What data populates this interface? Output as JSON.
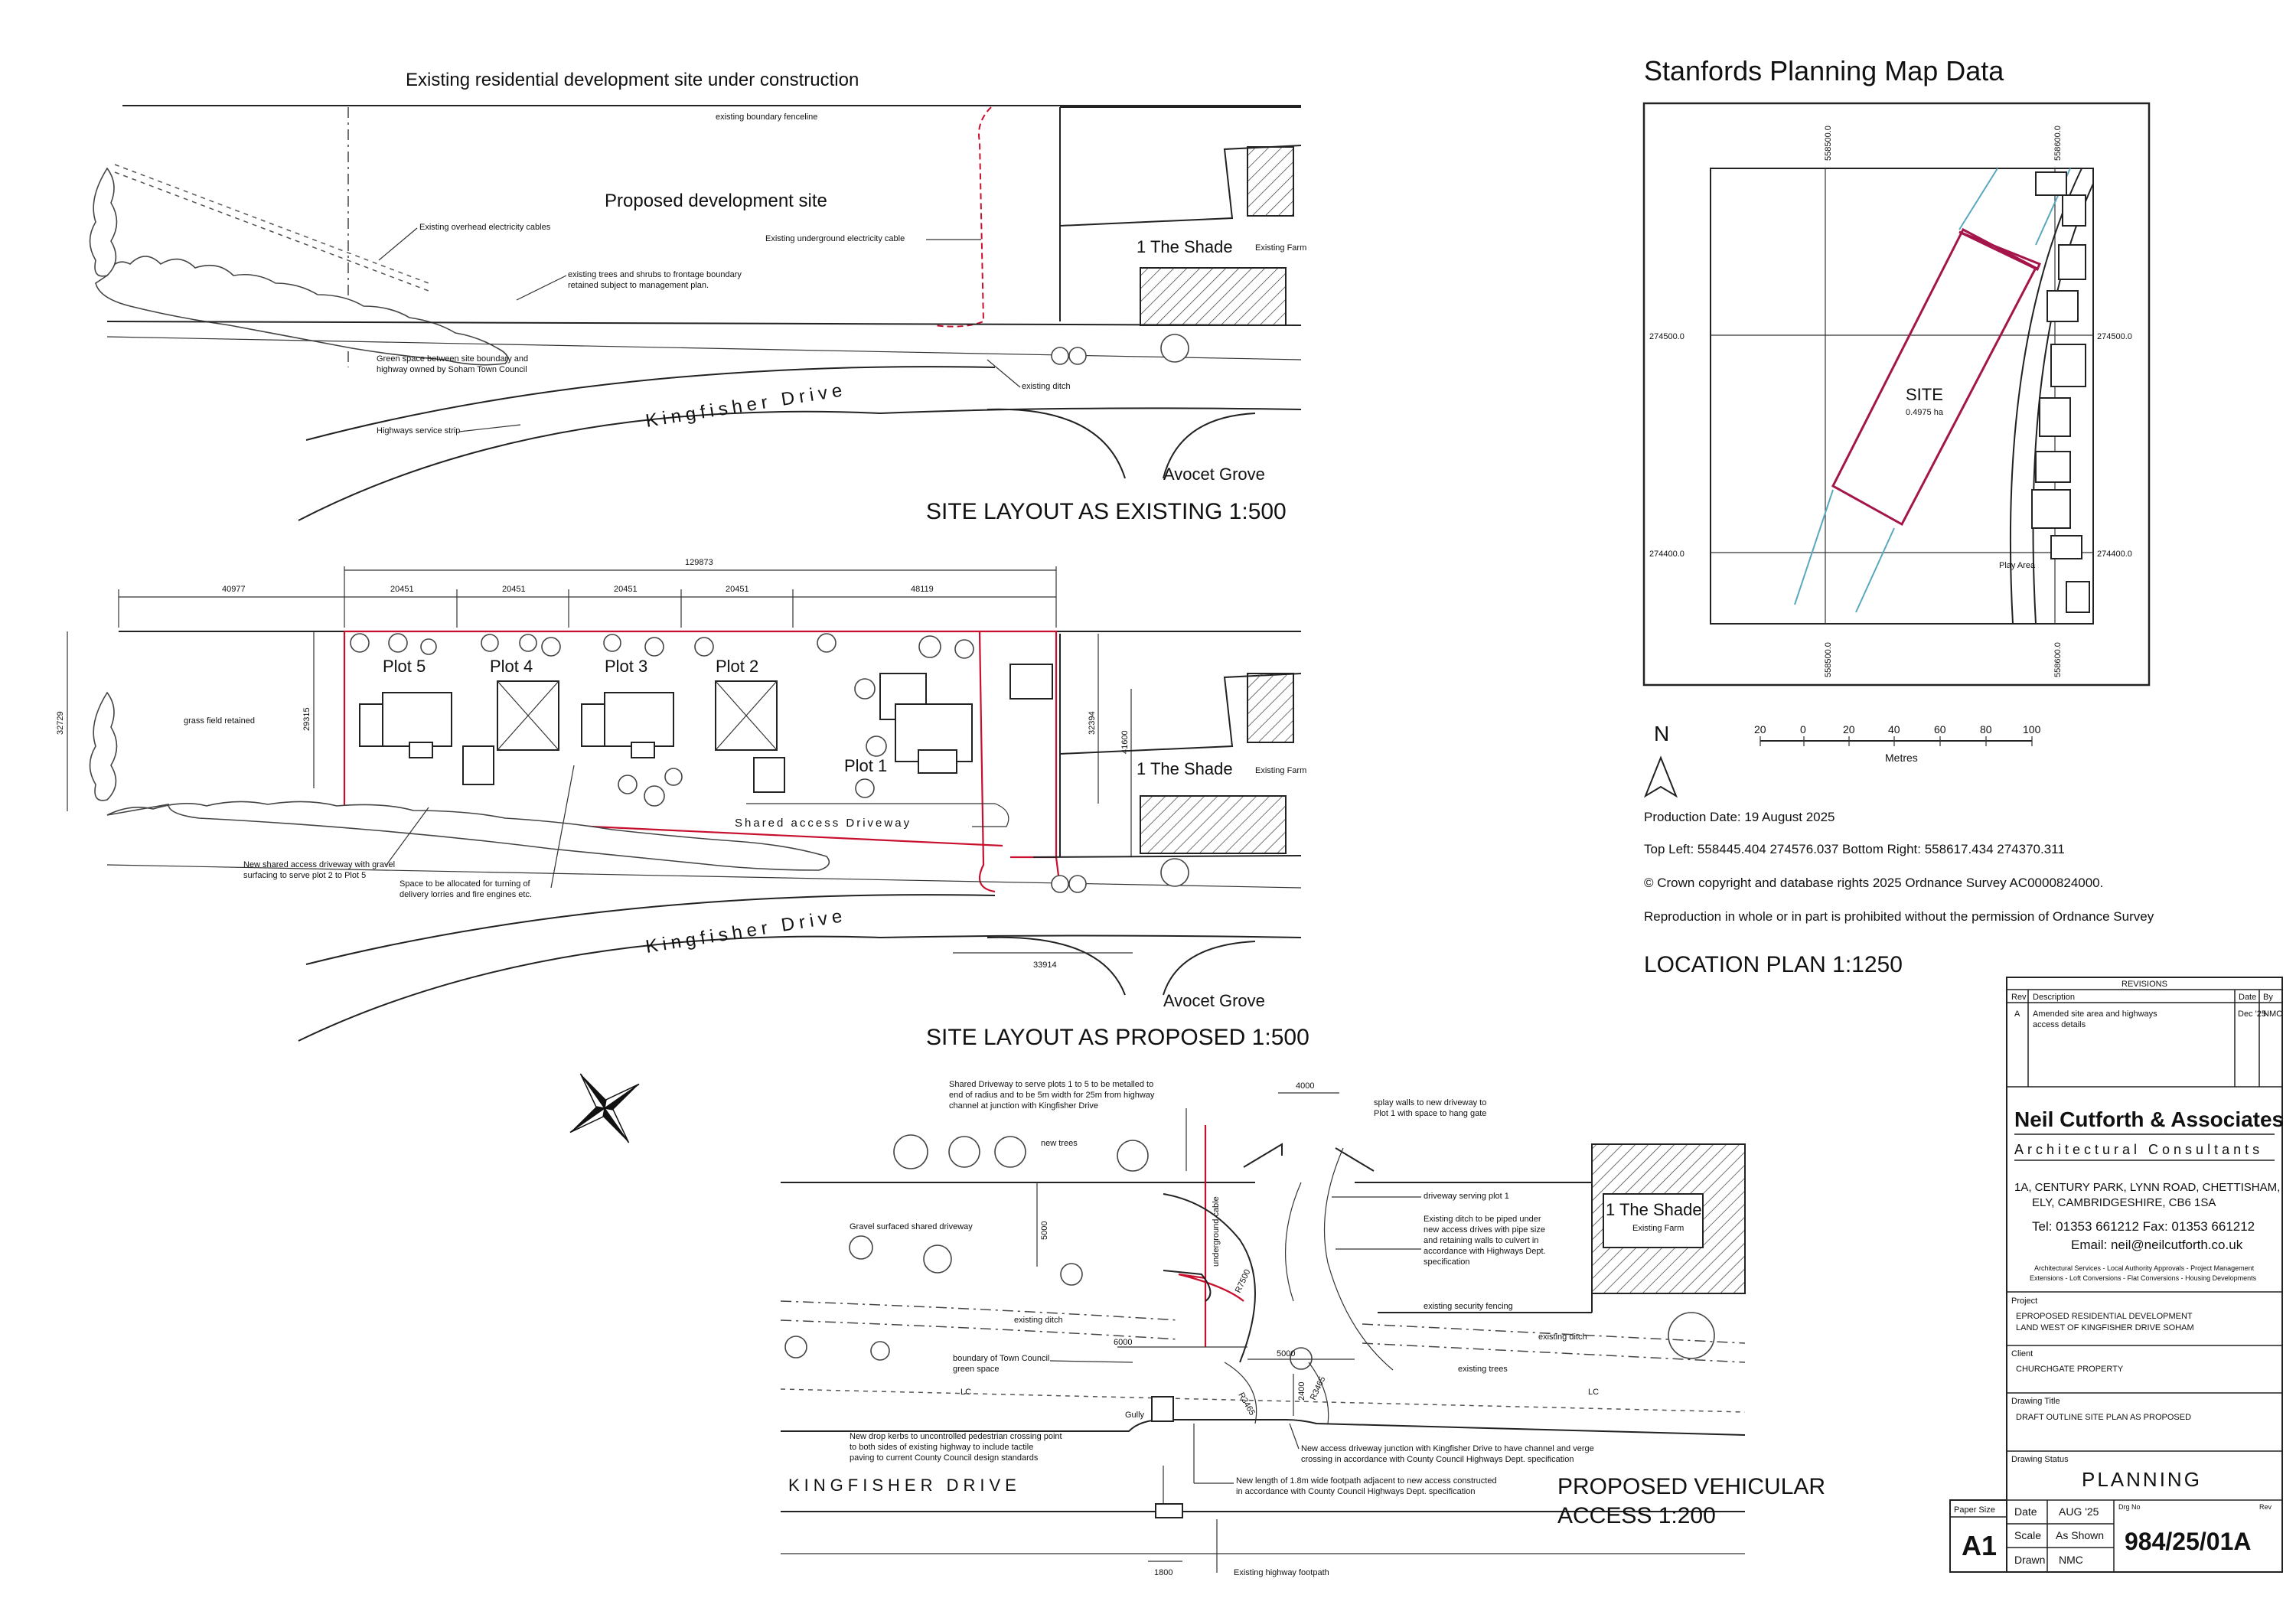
{
  "sheet": {
    "existing_title": "SITE LAYOUT AS EXISTING 1:500",
    "proposed_title": "SITE LAYOUT AS PROPOSED 1:500",
    "access_title_1": "PROPOSED VEHICULAR",
    "access_title_2": "ACCESS 1:200",
    "location_title": "LOCATION PLAN 1:1250"
  },
  "existing_layout": {
    "heading": "Existing residential development site under construction",
    "boundary_fence": "existing boundary fenceline",
    "proposed_site": "Proposed development site",
    "overhead_cables": "Existing overhead electricity cables",
    "underground_cable": "Existing underground electricity cable",
    "trees_line1": "existing trees and shrubs to frontage boundary",
    "trees_line2": "retained subject to management plan.",
    "green_line1": "Green space between site boundary and",
    "green_line2": "highway owned by Soham Town Council",
    "existing_ditch": "existing ditch",
    "service_strip": "Highways service strip",
    "road_name": "Kingfisher Drive",
    "side_road": "Avocet Grove",
    "house_name": "1 The Shade",
    "farm_label": "Existing Farm"
  },
  "proposed_layout": {
    "dims": [
      "40977",
      "20451",
      "20451",
      "20451",
      "20451",
      "48119"
    ],
    "overall_dim": "129873",
    "left_dim": "32729",
    "depth_dim": "29315",
    "right_dim1": "32394",
    "right_dim2": "41600",
    "road_dim": "33914",
    "grass_field": "grass field retained",
    "plots": [
      "Plot 5",
      "Plot 4",
      "Plot 3",
      "Plot 2",
      "Plot 1"
    ],
    "shared_access": "Shared access Driveway",
    "new_drive_line1": "New shared access driveway with gravel",
    "new_drive_line2": "surfacing to serve plot 2 to Plot 5",
    "turning_line1": "Space to be allocated for turning of",
    "turning_line2": "delivery lorries and fire engines etc.",
    "road_name": "Kingfisher Drive",
    "side_road": "Avocet Grove",
    "house_name": "1 The Shade",
    "farm_label": "Existing Farm"
  },
  "access_plan": {
    "shared_line1": "Shared Driveway to serve plots 1 to 5 to be metalled to",
    "shared_line2": "end of radius and to be 5m width for 25m from highway",
    "shared_line3": "channel at junction with Kingfisher Drive",
    "dim_4000": "4000",
    "splay_line1": "splay walls to new driveway to",
    "splay_line2": "Plot 1 with space to hang gate",
    "new_trees": "new trees",
    "driveway_plot1": "driveway serving plot 1",
    "gravel": "Gravel surfaced shared driveway",
    "dim_5000": "5000",
    "ug_cable": "underground cable",
    "ditch_pipe_1": "Existing ditch to be piped under",
    "ditch_pipe_2": "new access drives with pipe size",
    "ditch_pipe_3": "and retaining walls to culvert in",
    "ditch_pipe_4": "accordance with Highways Dept.",
    "ditch_pipe_5": "specification",
    "r7500": "R7500",
    "security_fencing": "existing security fencing",
    "existing_ditch": "existing ditch",
    "existing_ditch_2": "existing ditch",
    "dim_6000": "6000",
    "dim_5000b": "5000",
    "boundary_1": "boundary of Town Council",
    "boundary_2": "green space",
    "existing_trees": "existing trees",
    "lc1": "LC",
    "lc2": "LC",
    "gully": "Gully",
    "r3465a": "R3465",
    "r3465b": "R3465",
    "dim_2400": "2400",
    "kerbs_1": "New drop kerbs to uncontrolled pedestrian crossing point",
    "kerbs_2": "to both sides of existing highway to include tactile",
    "kerbs_3": "paving to current County Council design standards",
    "junction_1": "New access driveway junction with Kingfisher Drive to have channel and verge",
    "junction_2": "crossing in accordance with County Council Highways Dept. specification",
    "footpath_1": "New length of 1.8m wide footpath adjacent to new access constructed",
    "footpath_2": "in accordance with County Council Highways Dept. specification",
    "road_name": "KINGFISHER DRIVE",
    "dim_1800": "1800",
    "existing_footpath": "Existing highway footpath",
    "house_name": "1 The Shade",
    "farm_label": "Existing Farm"
  },
  "location_plan": {
    "heading": "Stanfords Planning Map Data",
    "x_left": "558500.0",
    "x_right": "558600.0",
    "y_top": "274500.0",
    "y_bottom": "274400.0",
    "site": "SITE",
    "site_area": "0.4975 ha",
    "play_area": "Play Area",
    "north": "N",
    "scale_ticks": [
      "20",
      "0",
      "20",
      "40",
      "60",
      "80",
      "100"
    ],
    "scale_unit": "Metres",
    "production": "Production Date: 19 August 2025",
    "extent": "Top Left: 558445.404 274576.037 Bottom Right: 558617.434 274370.311",
    "copyright": "© Crown copyright and database rights 2025 Ordnance Survey AC0000824000.",
    "reproduction": "Reproduction in whole or in part is prohibited without the permission of Ordnance Survey"
  },
  "title_block": {
    "revisions_heading": "REVISIONS",
    "col_rev": "Rev",
    "col_desc": "Description",
    "col_date": "Date",
    "col_by": "By",
    "rev": "A",
    "rev_desc_1": "Amended site area and highways",
    "rev_desc_2": "access details",
    "rev_date": "Dec '25",
    "rev_by": "NMC",
    "company": "Neil Cutforth & Associates",
    "subtitle": "Architectural Consultants",
    "address_1": "1A, CENTURY PARK, LYNN ROAD, CHETTISHAM,",
    "address_2": "ELY, CAMBRIDGESHIRE, CB6 1SA",
    "phone": "Tel: 01353 661212   Fax: 01353 661212",
    "email": "Email: neil@neilcutforth.co.uk",
    "services_1": "Architectural Services - Local Authority Approvals - Project Management",
    "services_2": "Extensions - Loft Conversions - Flat Conversions - Housing Developments",
    "project_label": "Project",
    "project_1": "EPROPOSED RESIDENTIAL DEVELOPMENT",
    "project_2": "LAND WEST OF KINGFISHER DRIVE SOHAM",
    "client_label": "Client",
    "client": "CHURCHGATE PROPERTY",
    "drawing_title_label": "Drawing Title",
    "drawing_title": "DRAFT OUTLINE SITE PLAN AS PROPOSED",
    "status_label": "Drawing Status",
    "status": "PLANNING",
    "paper_size_label": "Paper Size",
    "paper_size": "A1",
    "date_label": "Date",
    "date": "AUG '25",
    "scale_label": "Scale",
    "scale": "As Shown",
    "drawn_label": "Drawn",
    "drawn": "NMC",
    "drg_no_label": "Drg No",
    "rev_label": "Rev",
    "drg_no": "984/25/01A"
  },
  "colors": {
    "boundary_red": "#c8102e",
    "site_crimson": "#a4154a",
    "grid_cyan": "#5aa8c0",
    "company_blue": "#1a1a1a"
  }
}
